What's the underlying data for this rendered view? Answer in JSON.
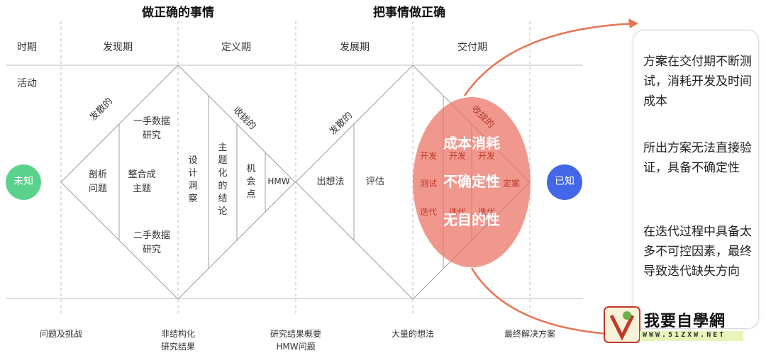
{
  "headings": {
    "left": "做正确的事情",
    "right": "把事情做正确"
  },
  "rows": {
    "period": "时期",
    "activity": "活动"
  },
  "phases": [
    "发现期",
    "定义期",
    "发展期",
    "交付期"
  ],
  "states": {
    "unknown": "未知",
    "known": "已知",
    "unknown_color": "#5bd28c",
    "known_color": "#4467e9"
  },
  "diamond1": {
    "diverge": "发散的",
    "converge": "收拢的",
    "analyze": [
      "剖析",
      "问题"
    ],
    "integrate": [
      "整合成",
      "主题"
    ],
    "primary": [
      "一手数据",
      "研究"
    ],
    "secondary": [
      "二手数据",
      "研究"
    ],
    "insight": "设计洞察",
    "conclusion": "主题化的结论",
    "opportunity": "机会点",
    "hmw": "HMW"
  },
  "diamond2": {
    "diverge": "发散的",
    "converge": "收拢的",
    "ideas": "出想法",
    "evaluate": "评估",
    "cycle": {
      "dev": "开发",
      "test": "测试",
      "iterate": "迭代"
    },
    "solution_fragment": "定案"
  },
  "overlay": {
    "cost": "成本消耗",
    "uncertain": "不确定性",
    "aimless": "无目的性",
    "color": "#ec7063"
  },
  "outputs": {
    "problems": "问题及挑战",
    "unstructured": [
      "非结构化",
      "研究结果"
    ],
    "summary": [
      "研究结果概要",
      "HMW问题"
    ],
    "many_ideas": "大量的想法",
    "final": "最终解决方案"
  },
  "notes": [
    "方案在交付期不断测试，消耗开发及时间成本",
    "所出方案无法直接验证，具备不确定性",
    "在迭代过程中具备太多不可控因素，最终导致迭代缺失方向"
  ],
  "logo": {
    "text": "我要自學網",
    "url": "WWW.51ZXW.NET"
  }
}
